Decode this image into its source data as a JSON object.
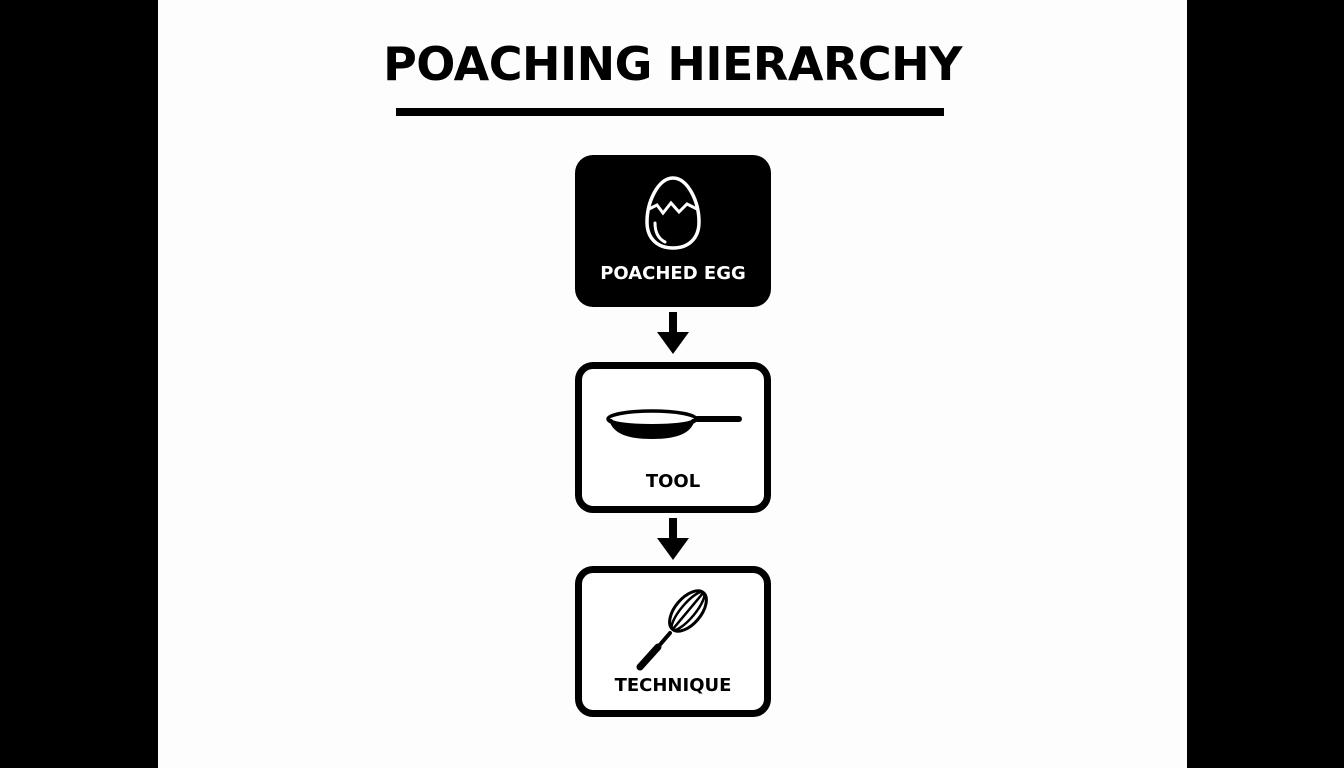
{
  "diagram": {
    "title": "POACHING HIERARCHY",
    "nodes": [
      {
        "label": "POACHED EGG",
        "icon": "egg-icon",
        "style": "filled"
      },
      {
        "label": "TOOL",
        "icon": "frying-pan-icon",
        "style": "outlined"
      },
      {
        "label": "TECHNIQUE",
        "icon": "whisk-icon",
        "style": "outlined"
      }
    ],
    "edges": [
      {
        "from": "POACHED EGG",
        "to": "TOOL"
      },
      {
        "from": "TOOL",
        "to": "TECHNIQUE"
      }
    ]
  },
  "colors": {
    "background": "#fdfdfd",
    "frame": "#000000",
    "ink": "#000000",
    "filled_node_text": "#ffffff"
  }
}
